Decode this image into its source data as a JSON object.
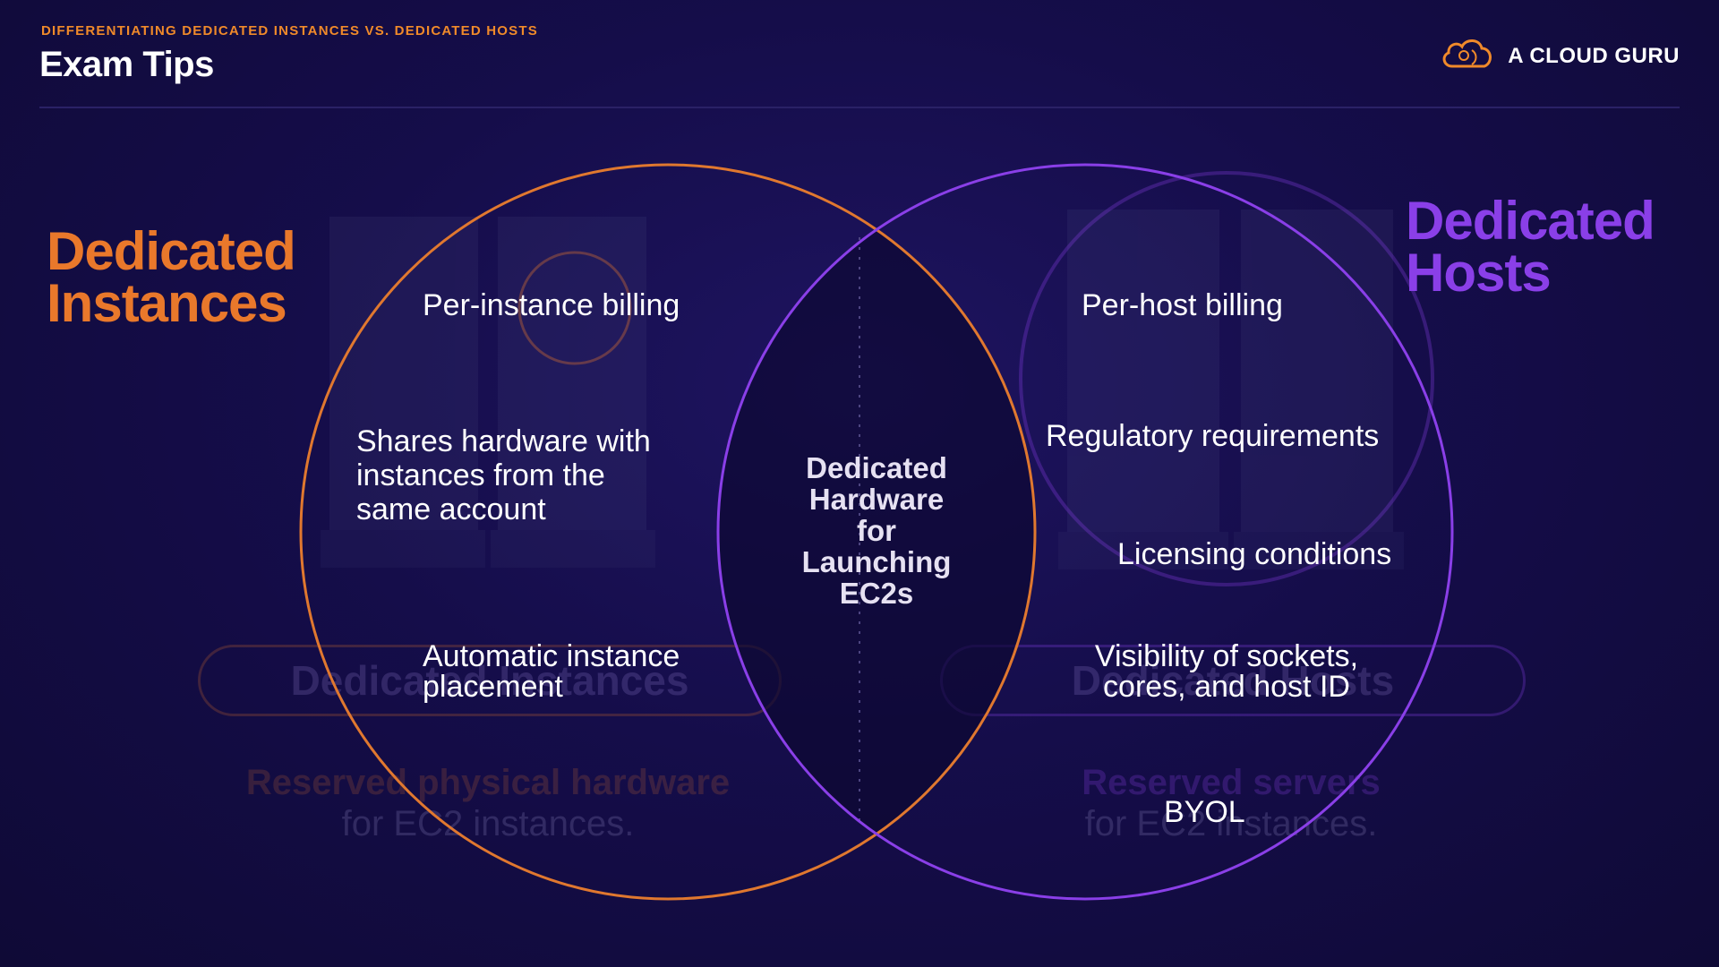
{
  "header": {
    "eyebrow": "DIFFERENTIATING DEDICATED INSTANCES VS. DEDICATED HOSTS",
    "title": "Exam Tips"
  },
  "brand": {
    "name": "A CLOUD GURU",
    "icon": "cloud-logo-icon"
  },
  "venn": {
    "left_label_line1": "Dedicated",
    "left_label_line2": "Instances",
    "right_label_line1": "Dedicated",
    "right_label_line2": "Hosts",
    "center_lines": [
      "Dedicated",
      "Hardware",
      "for",
      "Launching",
      "EC2s"
    ],
    "left_items": [
      "Per-instance billing",
      "Shares hardware with",
      "instances from the",
      "same account",
      "Automatic instance",
      "placement"
    ],
    "right_items": [
      "Per-host billing",
      "Regulatory requirements",
      "Licensing conditions",
      "Visibility of sockets,",
      "cores, and host ID",
      "BYOL"
    ]
  },
  "background_ghost": {
    "left_pill": "Dedicated Instances",
    "left_line1": "Reserved physical hardware",
    "left_line2": "for EC2 instances.",
    "right_pill": "Dedicated Hosts",
    "right_line1": "Reserved servers",
    "right_line2": "for EC2 instances."
  },
  "colors": {
    "background": "#150d4a",
    "orange": "#e9782b",
    "purple": "#8a3fe8",
    "text": "#ffffff"
  }
}
